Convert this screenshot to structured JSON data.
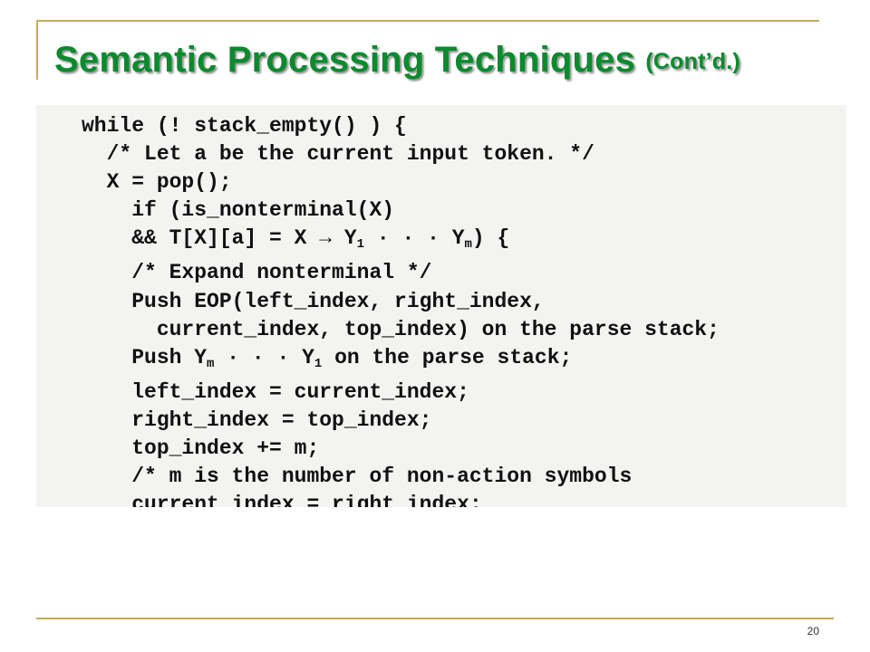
{
  "slide": {
    "title_main": "Semantic Processing Techniques",
    "title_suffix": "(Cont’d.)",
    "page_number": "20"
  },
  "code_lines": [
    "while (! stack_empty() ) {",
    "  /* Let a be the current input token. */",
    "  X = pop();",
    "    if (is_nonterminal(X)",
    "    && T[X][a] = X → Y1 · · · Ym) {",
    "    /* Expand nonterminal */",
    "    Push EOP(left_index, right_index,",
    "      current_index, top_index) on the parse stack;",
    "    Push Ym · · · Y1 on the parse stack;",
    "    left_index = current_index;",
    "    right_index = top_index;",
    "    top_index += m;",
    "    /* m is the number of non-action symbols",
    "    current_index = right_index;"
  ]
}
